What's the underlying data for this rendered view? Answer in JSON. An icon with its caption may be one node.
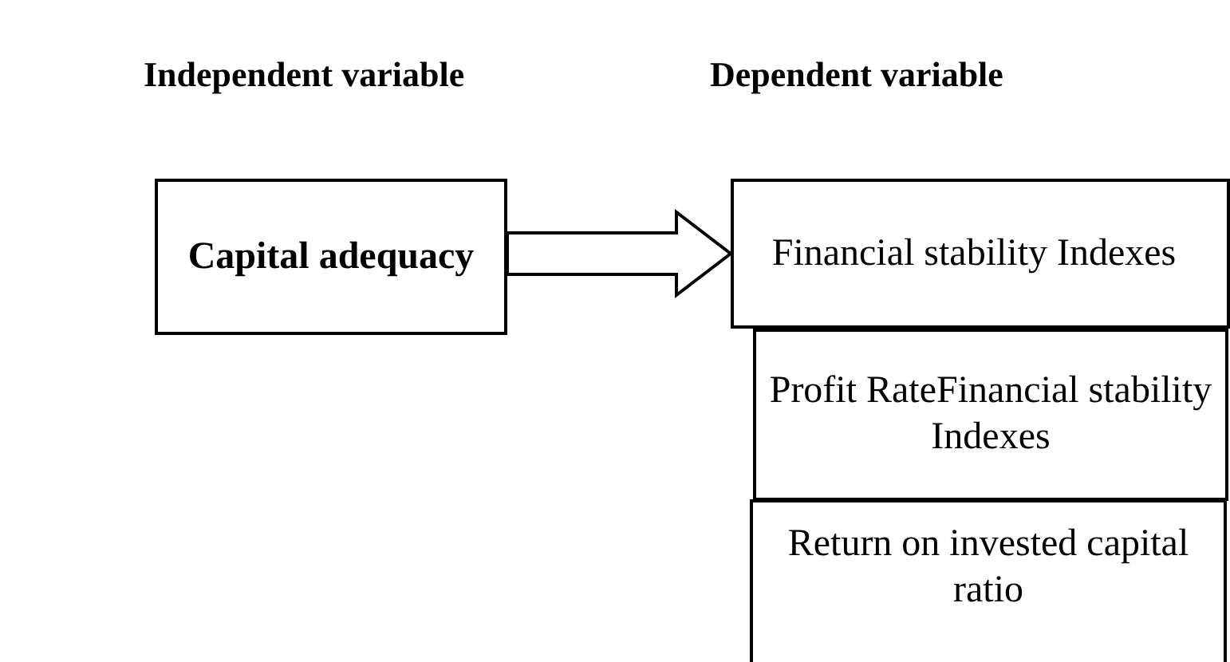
{
  "diagram": {
    "nodes": [
      {
        "text": [
          "Capital adequacy"
        ]
      },
      {
        "text": [
          "Financial stability Indexes"
        ]
      },
      {
        "text": [
          "Profit RateFinancial stability Indexes"
        ]
      },
      {
        "text": [
          "Return on invested capital ratio"
        ]
      }
    ],
    "edges": [
      {
        "from": 0,
        "to": 1,
        "arrow": "to",
        "style": "thick"
      }
    ],
    "labels": [
      "Independent variable",
      "Dependent variable"
    ]
  }
}
